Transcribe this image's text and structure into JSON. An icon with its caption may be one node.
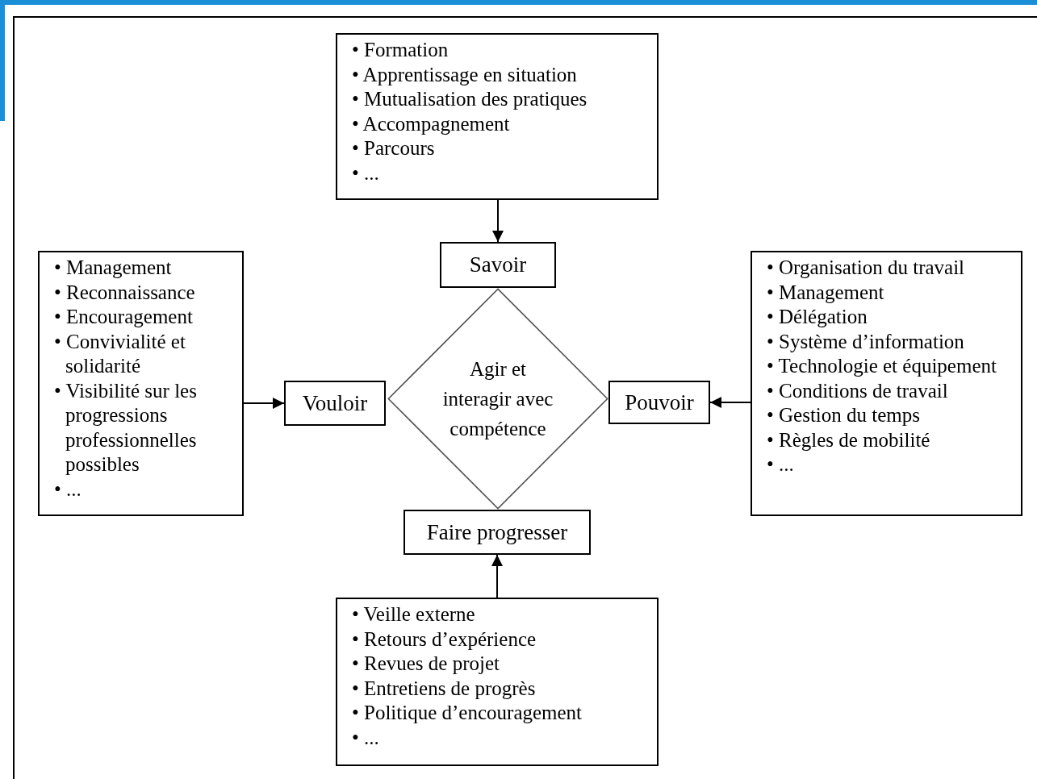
{
  "diagram": {
    "nodes": [
      {
        "text": [
          "• Formation",
          "• Apprentissage en situation",
          "• Mutualisation des pratiques",
          "• Accompagnement",
          "• Parcours",
          "• ..."
        ]
      },
      {
        "text": [
          "Savoir"
        ]
      },
      {
        "text": [
          "Agir et interagir avec compétence"
        ]
      },
      {
        "text": [
          "• Management",
          "• Reconnaissance",
          "• Encouragement",
          "• Convivialité et solidarité",
          "• Visibilité sur les progressions professionnelles possibles",
          "• ..."
        ]
      },
      {
        "text": [
          "Vouloir"
        ]
      },
      {
        "text": [
          "Pouvoir"
        ]
      },
      {
        "text": [
          "• Organisation du travail",
          "• Management",
          "• Délégation",
          "• Système d’information",
          "• Technologie et équipement",
          "• Conditions de travail",
          "• Gestion du temps",
          "• Règles de mobilité",
          "• ..."
        ]
      },
      {
        "text": [
          "Faire progresser"
        ]
      },
      {
        "text": [
          "• Veille externe",
          "• Retours d’expérience",
          "• Revues de projet",
          "• Entretiens de progrès",
          "• Politique d’encouragement",
          "• ..."
        ]
      }
    ],
    "edges": [
      {
        "from": 0,
        "to": 1,
        "arrow": "to"
      },
      {
        "from": 3,
        "to": 4,
        "arrow": "to"
      },
      {
        "from": 6,
        "to": 5,
        "arrow": "to"
      },
      {
        "from": 8,
        "to": 7,
        "arrow": "to"
      }
    ]
  }
}
